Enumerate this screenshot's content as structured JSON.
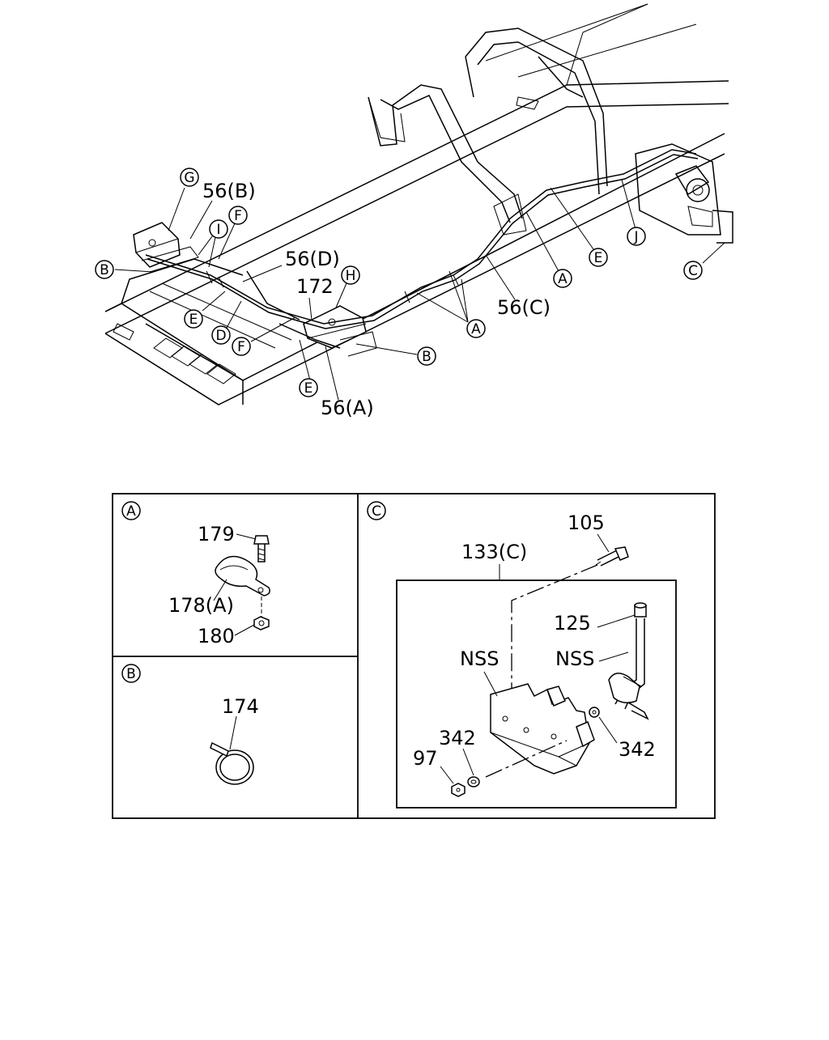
{
  "top_diagram": {
    "callouts": {
      "G": "G",
      "I": "I",
      "F1": "F",
      "B1": "B",
      "E1": "E",
      "D": "D",
      "F2": "F",
      "H": "H",
      "E2": "E",
      "B2": "B",
      "A1": "A",
      "A2": "A",
      "E3": "E",
      "J": "J",
      "C": "C"
    },
    "labels": {
      "p56b": "56(B)",
      "p56d": "56(D)",
      "p172": "172",
      "p56c": "56(C)",
      "p56a": "56(A)"
    }
  },
  "details": {
    "A": {
      "callout": "A",
      "parts": {
        "p179": "179",
        "p178a": "178(A)",
        "p180": "180"
      }
    },
    "B": {
      "callout": "B",
      "parts": {
        "p174": "174"
      }
    },
    "C": {
      "callout": "C",
      "parts": {
        "p105": "105",
        "p133c": "133(C)",
        "p125": "125",
        "nss1": "NSS",
        "nss2": "NSS",
        "p342a": "342",
        "p342b": "342",
        "p97": "97"
      }
    }
  }
}
